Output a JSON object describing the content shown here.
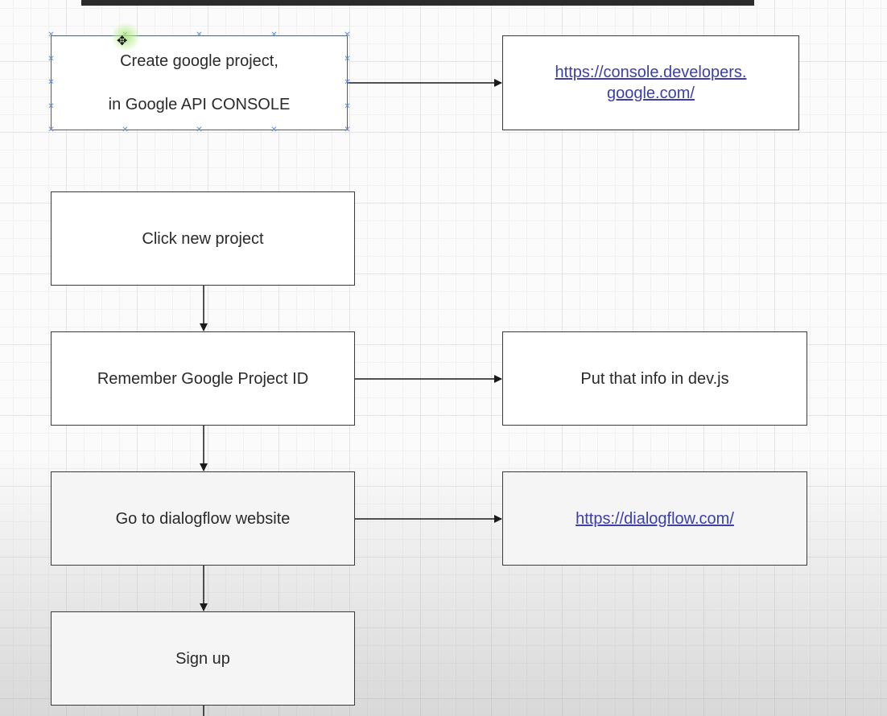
{
  "nodes": {
    "create_project": {
      "line1": "Create google project,",
      "line2": "in Google API CONSOLE"
    },
    "console_link": {
      "line1": "https://console.developers.",
      "line2": "google.com/"
    },
    "click_new_project": "Click new project",
    "remember_id": "Remember Google Project ID",
    "put_info": "Put that info in dev.js",
    "go_dialogflow": "Go to dialogflow website",
    "dialogflow_link": "https://dialogflow.com/",
    "sign_up": "Sign up"
  },
  "colors": {
    "link": "#3d3fa8",
    "selection_handle": "#5b8fd8",
    "box_border": "#3a3a3a",
    "top_bar": "#2b2b2b"
  },
  "icons": {
    "cursor": "move-cursor-icon",
    "handle": "selection-handle-icon"
  }
}
